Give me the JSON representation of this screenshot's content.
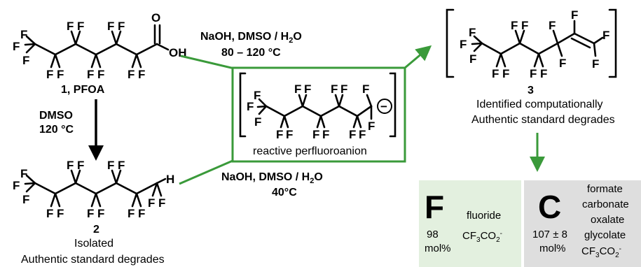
{
  "pfoa": {
    "label_number": "1",
    "label_name": ", PFOA",
    "oh": "OH",
    "o": "O",
    "f": "F"
  },
  "product2": {
    "number": "2",
    "line1": "Isolated",
    "line2": "Authentic standard degrades",
    "h": "H"
  },
  "product3": {
    "number": "3",
    "line1": "Identified computationally",
    "line2": "Authentic standard degrades"
  },
  "anion": {
    "label": "reactive perfluoroanion",
    "charge": "−"
  },
  "conditions": {
    "dmso_a": "DMSO",
    "dmso_b": "120 °C",
    "top_a": "NaOH, DMSO / H",
    "top_b": "80 – 120 °C",
    "bottom_a": "NaOH, DMSO / H",
    "bottom_b": "40°C",
    "water_sub": "2",
    "water_o": "O"
  },
  "fluorine_box": {
    "symbol": "F",
    "amount": "98",
    "unit": "mol%",
    "product": "fluoride",
    "tfa_a": "CF",
    "tfa_sub": "3",
    "tfa_b": "CO",
    "tfa_sub2": "2",
    "tfa_sup": "-",
    "color": "#e3f0df"
  },
  "carbon_box": {
    "symbol": "C",
    "amount": "107 ± 8",
    "unit": "mol%",
    "products": [
      "formate",
      "carbonate",
      "oxalate",
      "glycolate"
    ],
    "tfa_a": "CF",
    "tfa_sub": "3",
    "tfa_b": "CO",
    "tfa_sub2": "2",
    "tfa_sup": "-",
    "color": "#dedede"
  },
  "colors": {
    "arrow_green": "#3a9a3a",
    "ink": "#000000"
  }
}
